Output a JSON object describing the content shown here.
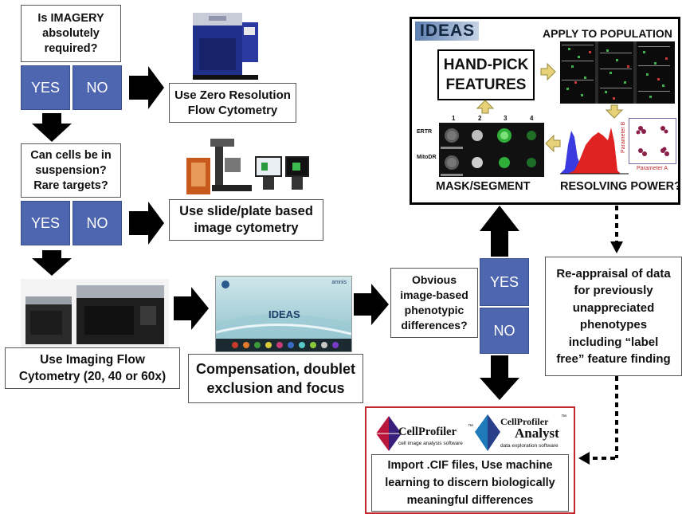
{
  "q1": {
    "lines": [
      "Is IMAGERY",
      "absolutely",
      "required?"
    ],
    "yes": "YES",
    "no": "NO"
  },
  "q2": {
    "lines": [
      "Can cells be in",
      "suspension?",
      "Rare targets?"
    ],
    "yes": "YES",
    "no": "NO"
  },
  "zero_res": {
    "lines": [
      "Use Zero Resolution",
      "Flow Cytometry"
    ]
  },
  "slide_plate": {
    "lines": [
      "Use slide/plate based",
      "image cytometry"
    ]
  },
  "imaging_flow": {
    "lines": [
      "Use Imaging Flow",
      "Cytometry (20, 40 or 60x)"
    ]
  },
  "compensation": {
    "lines": [
      "Compensation, doublet",
      "exclusion and focus"
    ]
  },
  "ideas_screen": {
    "title": "IDEAS",
    "brand": "amnis"
  },
  "phenotype_q": {
    "lines": [
      "Obvious",
      "image-based",
      "phenotypic",
      "differences?"
    ],
    "yes": "YES",
    "no": "NO"
  },
  "ideas_panel": {
    "logo": "IDEAS",
    "apply": "APPLY TO POPULATION",
    "handpick": [
      "HAND-PICK",
      "FEATURES"
    ],
    "mask": "MASK/SEGMENT",
    "resolving": "RESOLVING POWER?",
    "channels": [
      "1",
      "2",
      "3",
      "4"
    ],
    "row_labels": [
      "ERTR",
      "MitoDR"
    ],
    "param_a": "Parameter A",
    "param_b": "Parameter B"
  },
  "reappraisal": {
    "lines": [
      "Re-appraisal of data",
      "for previously",
      "unappreciated",
      "phenotypes",
      "including “label",
      "free” feature finding"
    ]
  },
  "cellprofiler": {
    "logo1": "CellProfiler",
    "logo1_sup": "™",
    "logo1_sub": "cell image analysis software",
    "logo2_top": "CellProfiler",
    "logo2_sup": "™",
    "logo2_main": "Analyst",
    "logo2_sub": "data exploration software",
    "lines": [
      "Import .CIF files, Use machine",
      "learning to discern biologically",
      "meaningful differences"
    ]
  },
  "colors": {
    "button_blue": "#4e66b0",
    "arrow": "#000000",
    "cp_border": "#c0282d"
  }
}
